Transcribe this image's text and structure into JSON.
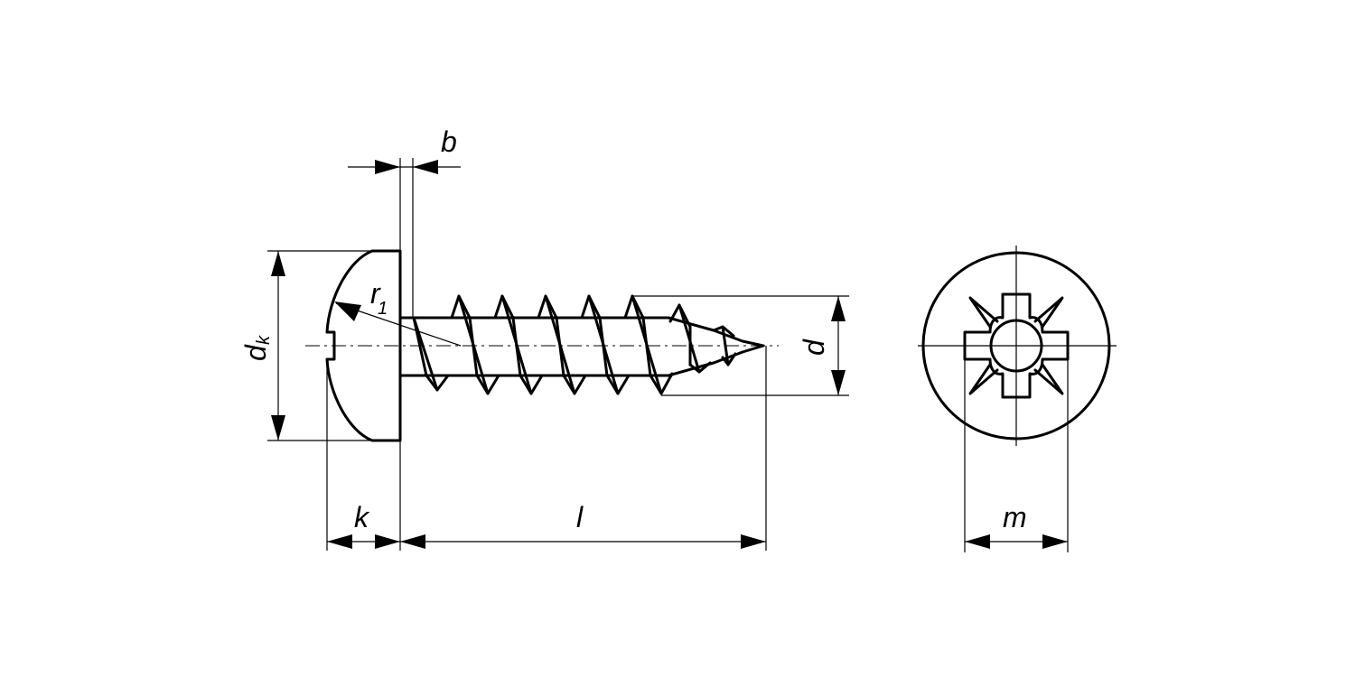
{
  "labels": {
    "b": "b",
    "dk_main": "d",
    "dk_sub": "k",
    "r1_main": "r",
    "r1_sub": "1",
    "d": "d",
    "k": "k",
    "l": "l",
    "m": "m"
  }
}
